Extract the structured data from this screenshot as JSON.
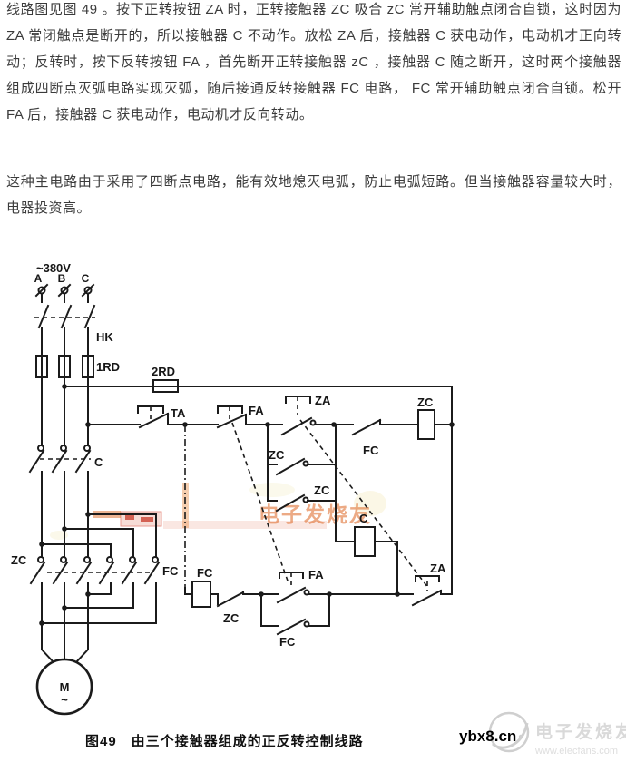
{
  "document": {
    "paragraph1": "线路图见图 49 。按下正转按钮 ZA 时，正转接触器 ZC 吸合 zC 常开辅助触点闭合自锁，这时因为 ZA 常闭触点是断开的，所以接触器 C 不动作。放松 ZA 后，接触器 C 获电动作，电动机才正向转动；反转时，按下反转按钮 FA ，首先断开正转接触器 zC ，接触器 C 随之断开，这时两个接触器组成四断点灭弧电路实现灭弧，随后接通反转接触器 FC 电路， FC 常开辅助触点闭合自锁。松开 FA 后，接触器 C 获电动作，电动机才反向转动。",
    "paragraph2": "这种主电路由于采用了四断点电路，能有效地熄灭电弧，防止电弧短路。但当接触器容量较大时，电器投资高。",
    "figure_caption": "图49　由三个接触器组成的正反转控制线路"
  },
  "circuit": {
    "labels": {
      "supply": "~380V",
      "phase_a": "A",
      "phase_b": "B",
      "phase_c": "C",
      "knife_switch": "HK",
      "fuse_main": "1RD",
      "fuse_control": "2RD",
      "stop_button": "TA",
      "reverse_button_top": "FA",
      "forward_button": "ZA",
      "zc_selflock": "ZC",
      "zc_stage2": "ZC",
      "fc_interlock": "FC",
      "zc_coil": "ZC",
      "c_coil": "C",
      "c_main_contacts": "C",
      "zc_main_contacts": "ZC",
      "fc_main_contacts": "FC",
      "fc_coil": "FC",
      "zc_interlock_bottom": "ZC",
      "reverse_button_bottom": "FA",
      "fc_selflock": "FC",
      "za_interlock": "ZA",
      "motor": "M",
      "motor_wave": "~"
    }
  },
  "watermarks": {
    "site": "ybx8.cn",
    "brand": "电子发烧友",
    "brand_url": "www.elecfans.com",
    "ghost_brand": "电子发烧友"
  },
  "colors": {
    "ink": "#1b1b1b",
    "body_text": "#3b3b3b",
    "ghost_orange": "#dd6622",
    "watermark_gray": "#d9d9d9"
  }
}
